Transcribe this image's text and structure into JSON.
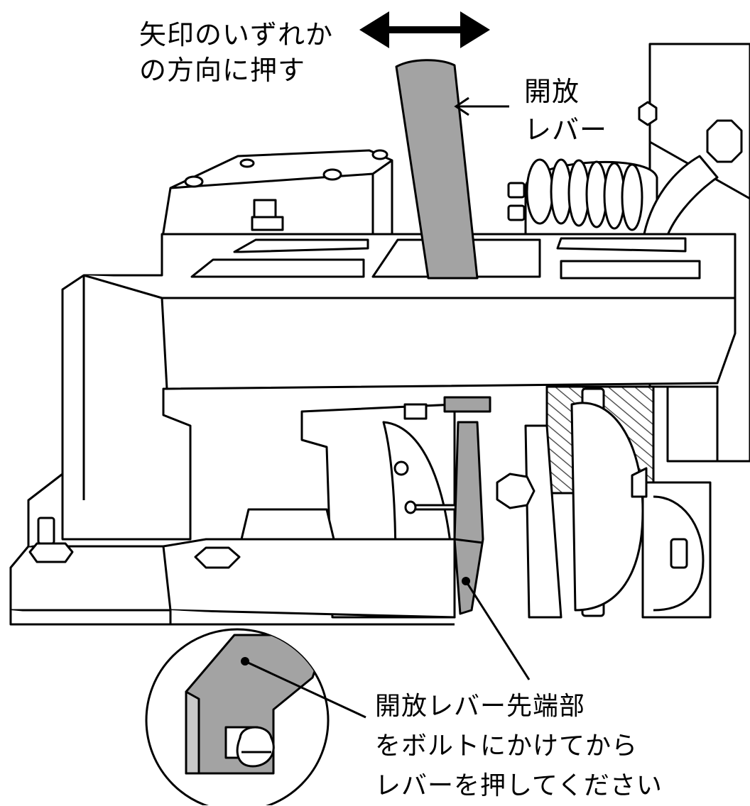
{
  "push_instruction": {
    "line1": "矢印のいずれか",
    "line2": "の方向に押す"
  },
  "release_lever_label": {
    "line1": "開放",
    "line2": "レバー"
  },
  "lever_tip_instruction": {
    "line1": "開放レバー先端部",
    "line2": "をボルトにかけてから",
    "line3": "レバーを押してください"
  },
  "colors": {
    "line": "#000000",
    "background": "#ffffff",
    "lever_fill": "#a3a3a3",
    "hatch": "#555555"
  },
  "icons": [
    "double-headed-arrow-icon",
    "pointer-arrow-icon",
    "bolt-icon",
    "nut-icon"
  ]
}
